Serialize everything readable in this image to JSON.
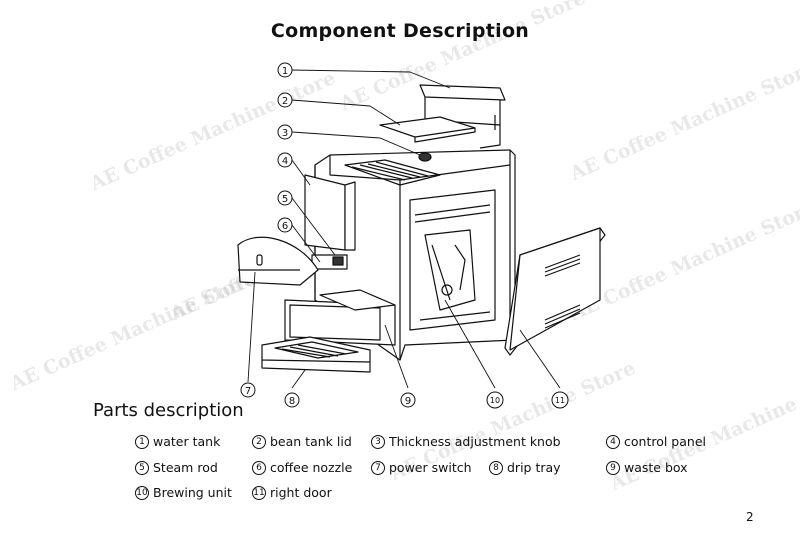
{
  "title": "Component Description",
  "watermark": "AE Coffee Machine Store",
  "parts_heading": "Parts description",
  "page_number": "2",
  "parts": [
    {
      "num": "1",
      "label": "water tank"
    },
    {
      "num": "2",
      "label": "bean tank lid"
    },
    {
      "num": "3",
      "label": "Thickness adjustment knob"
    },
    {
      "num": "4",
      "label": "control panel"
    },
    {
      "num": "5",
      "label": "Steam rod"
    },
    {
      "num": "6",
      "label": "coffee nozzle"
    },
    {
      "num": "7",
      "label": "power switch"
    },
    {
      "num": "8",
      "label": "drip tray"
    },
    {
      "num": "9",
      "label": "waste box"
    },
    {
      "num": "10",
      "label": "Brewing unit"
    },
    {
      "num": "11",
      "label": "right door"
    }
  ],
  "colors": {
    "line": "#111111",
    "watermark": "#9a9a9a"
  }
}
